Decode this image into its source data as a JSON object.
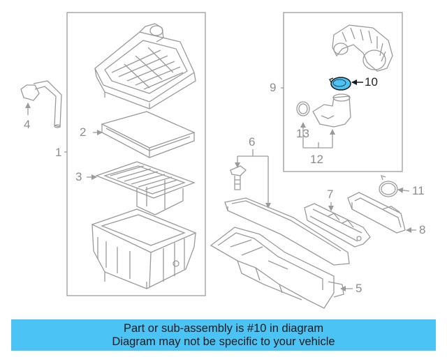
{
  "callouts": {
    "c1": "1",
    "c2": "2",
    "c3": "3",
    "c4": "4",
    "c5": "5",
    "c6": "6",
    "c7": "7",
    "c8": "8",
    "c9": "9",
    "c10": "10",
    "c11": "11",
    "c12": "12",
    "c13": "13"
  },
  "highlight_part": "10",
  "colors": {
    "line": "#9a9a9a",
    "highlight_fill": "#4cc3f5",
    "highlight_stroke": "#1a1a1a",
    "banner": "#4cc3f5"
  },
  "banner": {
    "line1": "Part or sub-assembly is #10 in diagram",
    "line2": "Diagram may not be specific to your vehicle"
  }
}
